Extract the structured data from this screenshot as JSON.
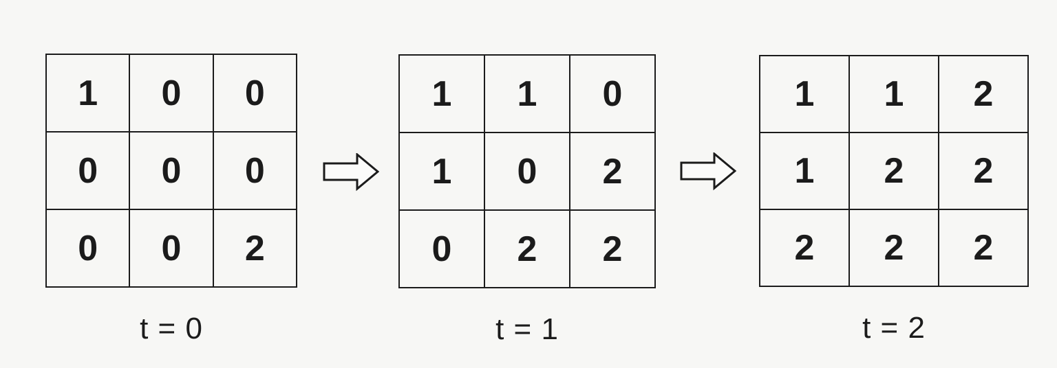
{
  "colors": {
    "background": "#f7f7f5",
    "line": "#1b1b1b",
    "text": "#1b1b1b"
  },
  "grids": [
    {
      "label": "t = 0",
      "rows": [
        [
          "1",
          "0",
          "0"
        ],
        [
          "0",
          "0",
          "0"
        ],
        [
          "0",
          "0",
          "2"
        ]
      ]
    },
    {
      "label": "t = 1",
      "rows": [
        [
          "1",
          "1",
          "0"
        ],
        [
          "1",
          "0",
          "2"
        ],
        [
          "0",
          "2",
          "2"
        ]
      ]
    },
    {
      "label": "t = 2",
      "rows": [
        [
          "1",
          "1",
          "2"
        ],
        [
          "1",
          "2",
          "2"
        ],
        [
          "2",
          "2",
          "2"
        ]
      ]
    }
  ],
  "arrows": [
    {
      "name": "right-arrow-icon"
    },
    {
      "name": "right-arrow-icon"
    }
  ]
}
